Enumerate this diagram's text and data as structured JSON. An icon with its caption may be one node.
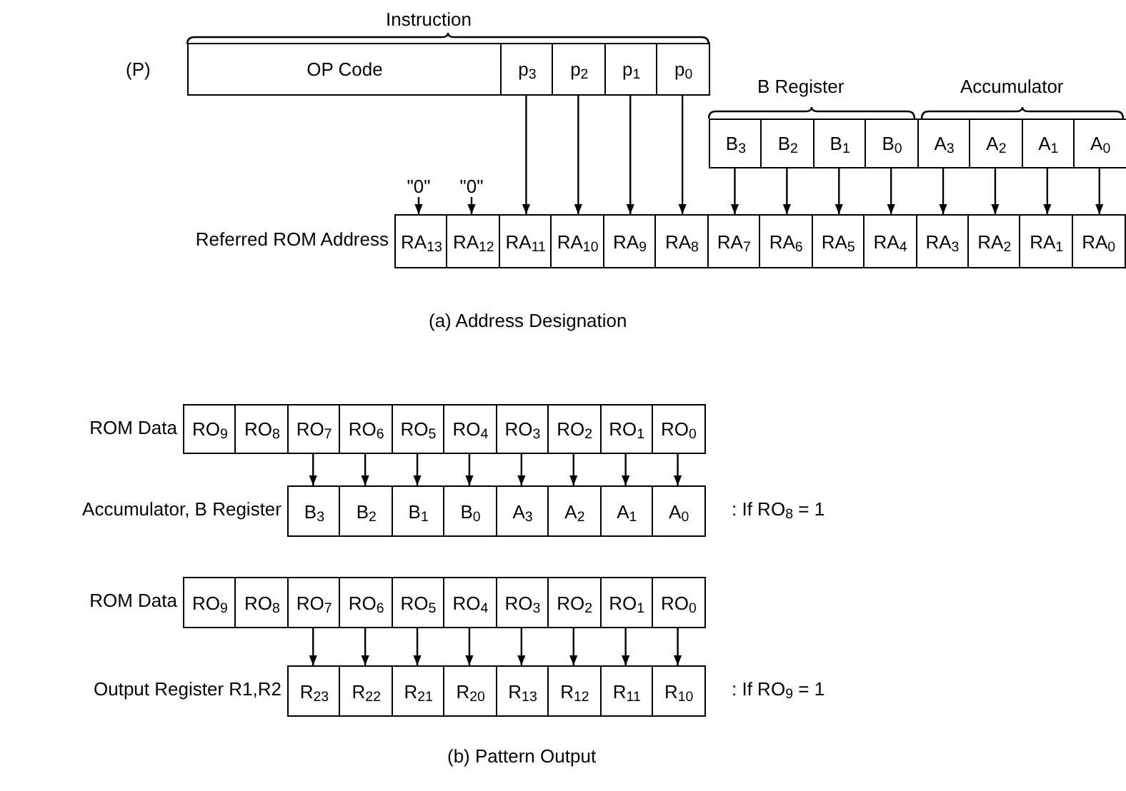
{
  "diagram": {
    "nodes": [
      {
        "text": [
          "OP Code"
        ]
      },
      {
        "text": [
          "p$_{3}$"
        ]
      },
      {
        "text": [
          "p$_{2}$"
        ]
      },
      {
        "text": [
          "p$_{1}$"
        ]
      },
      {
        "text": [
          "p$_{0}$"
        ]
      },
      {
        "text": [
          "B$_{3}$"
        ]
      },
      {
        "text": [
          "B$_{2}$"
        ]
      },
      {
        "text": [
          "B$_{1}$"
        ]
      },
      {
        "text": [
          "B$_{0}$"
        ]
      },
      {
        "text": [
          "A$_{3}$"
        ]
      },
      {
        "text": [
          "A$_{2}$"
        ]
      },
      {
        "text": [
          "A$_{1}$"
        ]
      },
      {
        "text": [
          "A$_{0}$"
        ]
      },
      {
        "text": [
          "\"0\""
        ]
      },
      {
        "text": [
          "\"0\""
        ]
      },
      {
        "text": [
          "RA$_{13}$"
        ]
      },
      {
        "text": [
          "RA$_{12}$"
        ]
      },
      {
        "text": [
          "RA$_{11}$"
        ]
      },
      {
        "text": [
          "RA$_{10}$"
        ]
      },
      {
        "text": [
          "RA$_{9}$"
        ]
      },
      {
        "text": [
          "RA$_{8}$"
        ]
      },
      {
        "text": [
          "RA$_{7}$"
        ]
      },
      {
        "text": [
          "RA$_{6}$"
        ]
      },
      {
        "text": [
          "RA$_{5}$"
        ]
      },
      {
        "text": [
          "RA$_{4}$"
        ]
      },
      {
        "text": [
          "RA$_{3}$"
        ]
      },
      {
        "text": [
          "RA$_{2}$"
        ]
      },
      {
        "text": [
          "RA$_{1}$"
        ]
      },
      {
        "text": [
          "RA$_{0}$"
        ]
      },
      {
        "text": [
          "RO$_{9}$"
        ]
      },
      {
        "text": [
          "RO$_{8}$"
        ]
      },
      {
        "text": [
          "RO$_{7}$"
        ]
      },
      {
        "text": [
          "RO$_{6}$"
        ]
      },
      {
        "text": [
          "RO$_{5}$"
        ]
      },
      {
        "text": [
          "RO$_{4}$"
        ]
      },
      {
        "text": [
          "RO$_{3}$"
        ]
      },
      {
        "text": [
          "RO$_{2}$"
        ]
      },
      {
        "text": [
          "RO$_{1}$"
        ]
      },
      {
        "text": [
          "RO$_{0}$"
        ]
      },
      {
        "text": [
          "B$_{3}$"
        ]
      },
      {
        "text": [
          "B$_{2}$"
        ]
      },
      {
        "text": [
          "B$_{1}$"
        ]
      },
      {
        "text": [
          "B$_{0}$"
        ]
      },
      {
        "text": [
          "A$_{3}$"
        ]
      },
      {
        "text": [
          "A$_{2}$"
        ]
      },
      {
        "text": [
          "A$_{1}$"
        ]
      },
      {
        "text": [
          "A$_{0}$"
        ]
      },
      {
        "text": [
          "RO$_{9}$"
        ]
      },
      {
        "text": [
          "RO$_{8}$"
        ]
      },
      {
        "text": [
          "RO$_{7}$"
        ]
      },
      {
        "text": [
          "RO$_{6}$"
        ]
      },
      {
        "text": [
          "RO$_{5}$"
        ]
      },
      {
        "text": [
          "RO$_{4}$"
        ]
      },
      {
        "text": [
          "RO$_{3}$"
        ]
      },
      {
        "text": [
          "RO$_{2}$"
        ]
      },
      {
        "text": [
          "RO$_{1}$"
        ]
      },
      {
        "text": [
          "RO$_{0}$"
        ]
      },
      {
        "text": [
          "R$_{23}$"
        ]
      },
      {
        "text": [
          "R$_{22}$"
        ]
      },
      {
        "text": [
          "R$_{21}$"
        ]
      },
      {
        "text": [
          "R$_{20}$"
        ]
      },
      {
        "text": [
          "R$_{13}$"
        ]
      },
      {
        "text": [
          "R$_{12}$"
        ]
      },
      {
        "text": [
          "R$_{11}$"
        ]
      },
      {
        "text": [
          "R$_{10}$"
        ]
      }
    ],
    "edges": [
      {
        "from": 13,
        "to": 15,
        "arrow": "to"
      },
      {
        "from": 14,
        "to": 16,
        "arrow": "to"
      },
      {
        "from": 1,
        "to": 17,
        "arrow": "to"
      },
      {
        "from": 2,
        "to": 18,
        "arrow": "to"
      },
      {
        "from": 3,
        "to": 19,
        "arrow": "to"
      },
      {
        "from": 4,
        "to": 20,
        "arrow": "to"
      },
      {
        "from": 5,
        "to": 21,
        "arrow": "to"
      },
      {
        "from": 6,
        "to": 22,
        "arrow": "to"
      },
      {
        "from": 7,
        "to": 23,
        "arrow": "to"
      },
      {
        "from": 8,
        "to": 24,
        "arrow": "to"
      },
      {
        "from": 9,
        "to": 25,
        "arrow": "to"
      },
      {
        "from": 10,
        "to": 26,
        "arrow": "to"
      },
      {
        "from": 11,
        "to": 27,
        "arrow": "to"
      },
      {
        "from": 12,
        "to": 28,
        "arrow": "to"
      },
      {
        "from": 31,
        "to": 39,
        "arrow": "to"
      },
      {
        "from": 32,
        "to": 40,
        "arrow": "to"
      },
      {
        "from": 33,
        "to": 41,
        "arrow": "to"
      },
      {
        "from": 34,
        "to": 42,
        "arrow": "to"
      },
      {
        "from": 35,
        "to": 43,
        "arrow": "to"
      },
      {
        "from": 36,
        "to": 44,
        "arrow": "to"
      },
      {
        "from": 37,
        "to": 45,
        "arrow": "to"
      },
      {
        "from": 38,
        "to": 46,
        "arrow": "to"
      },
      {
        "from": 49,
        "to": 57,
        "arrow": "to"
      },
      {
        "from": 50,
        "to": 58,
        "arrow": "to"
      },
      {
        "from": 51,
        "to": 59,
        "arrow": "to"
      },
      {
        "from": 52,
        "to": 60,
        "arrow": "to"
      },
      {
        "from": 53,
        "to": 61,
        "arrow": "to"
      },
      {
        "from": 54,
        "to": 62,
        "arrow": "to"
      },
      {
        "from": 55,
        "to": 63,
        "arrow": "to"
      },
      {
        "from": 56,
        "to": 64,
        "arrow": "to"
      }
    ],
    "labels": [
      "Instruction",
      "(P)",
      "B Register",
      "Accumulator",
      "Referred ROM Address",
      "(a) Address Designation",
      "ROM Data",
      "Accumulator, B Register",
      ": If RO$_{8}$ = 1",
      "ROM Data",
      "Output Register R1,R2",
      ": If RO$_{9}$ = 1",
      "(b) Pattern Output"
    ]
  }
}
